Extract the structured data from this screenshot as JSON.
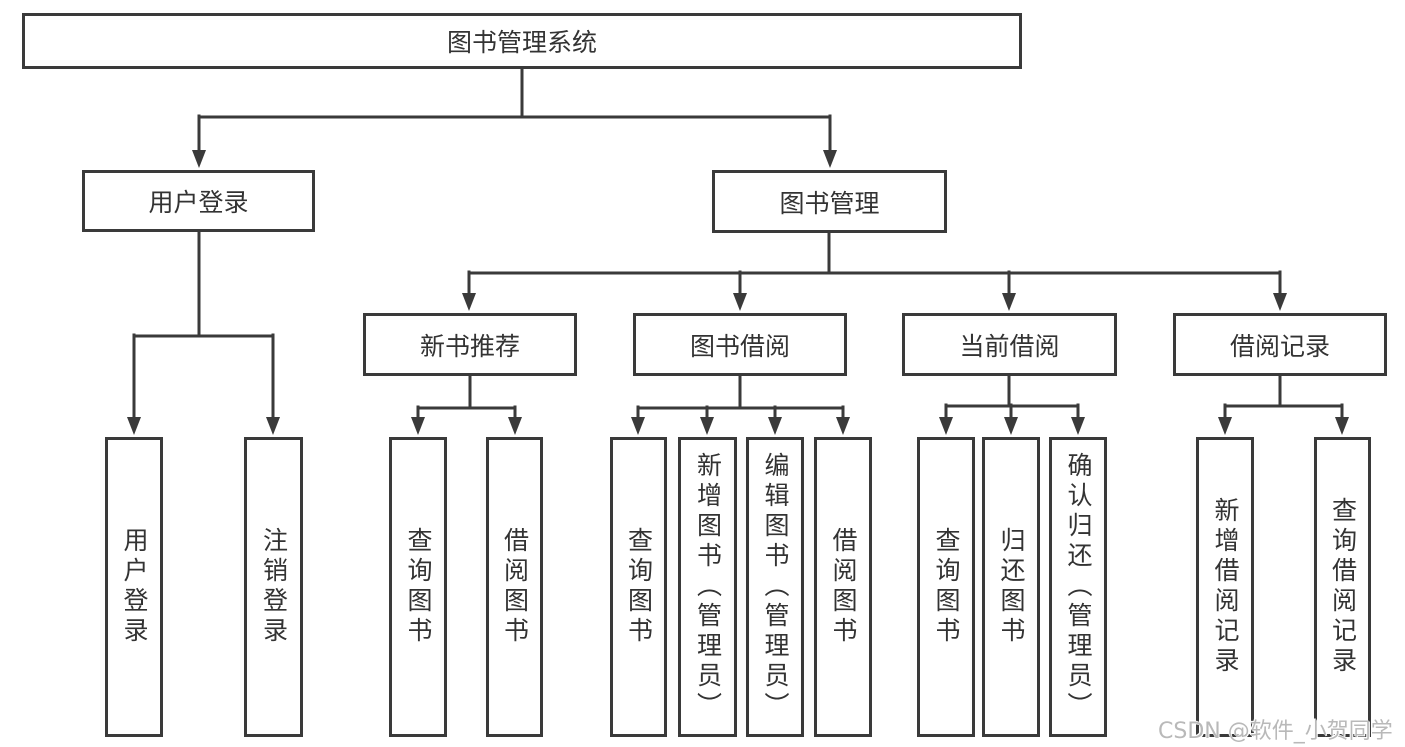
{
  "colors": {
    "line": "#3a3a3a",
    "text": "#333333",
    "box_background": "#ffffff",
    "watermark": "#b9b9b9"
  },
  "watermark": {
    "text": "CSDN @软件_小贺同学"
  },
  "diagram": {
    "type": "tree",
    "root": {
      "label": "图书管理系统",
      "children": [
        {
          "label": "用户登录",
          "children": [
            {
              "label": "用户登录"
            },
            {
              "label": "注销登录"
            }
          ]
        },
        {
          "label": "图书管理",
          "children": [
            {
              "label": "新书推荐",
              "children": [
                {
                  "label": "查询图书"
                },
                {
                  "label": "借阅图书"
                }
              ]
            },
            {
              "label": "图书借阅",
              "children": [
                {
                  "label": "查询图书"
                },
                {
                  "label": "新增图书（管理员）"
                },
                {
                  "label": "编辑图书（管理员）"
                },
                {
                  "label": "借阅图书"
                }
              ]
            },
            {
              "label": "当前借阅",
              "children": [
                {
                  "label": "查询图书"
                },
                {
                  "label": "归还图书"
                },
                {
                  "label": "确认归还（管理员）"
                }
              ]
            },
            {
              "label": "借阅记录",
              "children": [
                {
                  "label": "新增借阅记录"
                },
                {
                  "label": "查询借阅记录"
                }
              ]
            }
          ]
        }
      ]
    }
  }
}
